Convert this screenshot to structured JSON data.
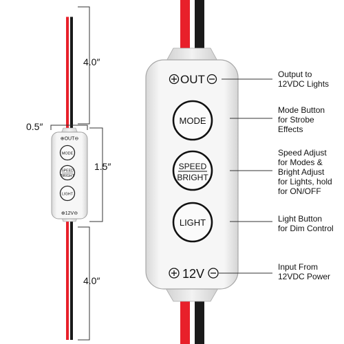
{
  "dimensions": {
    "width": "0.5″",
    "top_wire": "4.0″",
    "body_length": "1.5″",
    "bottom_wire": "4.0″"
  },
  "small_controller": {
    "output_label": "⊕OUT⊖",
    "mode_label": "MODE",
    "speed_label": "SPEED",
    "bright_label": "BRIGHT",
    "light_label": "LIGHT",
    "input_label": "⊕12V⊖"
  },
  "large_controller": {
    "output_label": "OUT",
    "mode_label": "MODE",
    "speed_label": "SPEED",
    "bright_label": "BRIGHT",
    "light_label": "LIGHT",
    "input_label": "12V"
  },
  "callouts": {
    "output": [
      "Output to",
      "12VDC Lights"
    ],
    "mode": [
      "Mode Button",
      "for Strobe",
      "Effects"
    ],
    "speed": [
      "Speed Adjust",
      "for Modes &",
      "Bright Adjust",
      "for Lights, hold",
      "for ON/OFF"
    ],
    "light": [
      "Light Button",
      "for Dim Control"
    ],
    "input": [
      "Input From",
      "12VDC Power"
    ]
  },
  "colors": {
    "wire_red": "#e8202a",
    "wire_black": "#1a1a1a",
    "body": "#f4f4f4",
    "outline": "#222222"
  }
}
